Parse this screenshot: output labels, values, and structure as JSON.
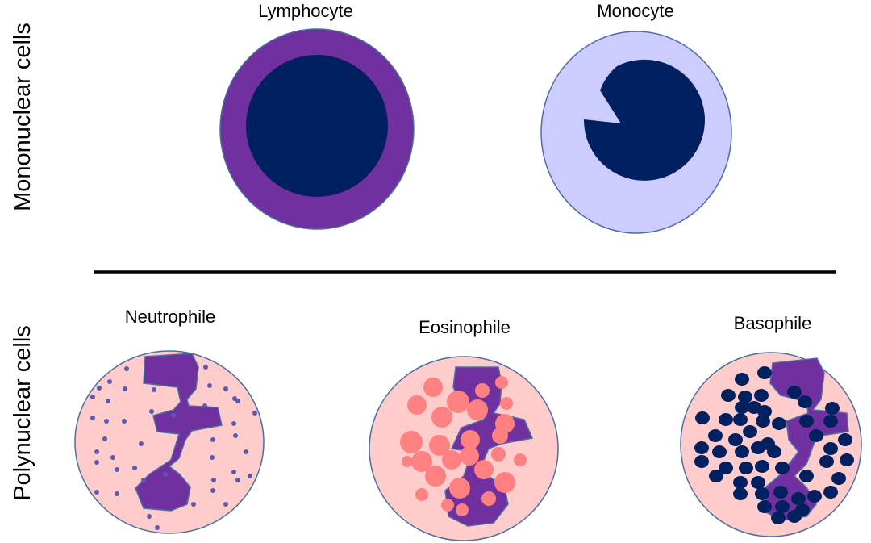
{
  "sections": {
    "mononuclear_label": "Mononuclear cells",
    "polynuclear_label": "Polynuclear cells"
  },
  "cells": {
    "lymphocyte": {
      "label": "Lymphocyte"
    },
    "monocyte": {
      "label": "Monocyte"
    },
    "neutrophile": {
      "label": "Neutrophile"
    },
    "eosinophile": {
      "label": "Eosinophile"
    },
    "basophile": {
      "label": "Basophile"
    }
  },
  "colors": {
    "lymphocyte_cytoplasm": "#7030a0",
    "nucleus_dark": "#002060",
    "monocyte_cytoplasm": "#ccccff",
    "granulocyte_cytoplasm": "#ffcccc",
    "granulocyte_nucleus": "#7030a0",
    "cell_outline": "#4a6fa0",
    "neutrophil_granule": "#5a5ab0",
    "eosinophil_granule": "#ff8080",
    "basophil_granule": "#002060",
    "divider": "#000000"
  }
}
